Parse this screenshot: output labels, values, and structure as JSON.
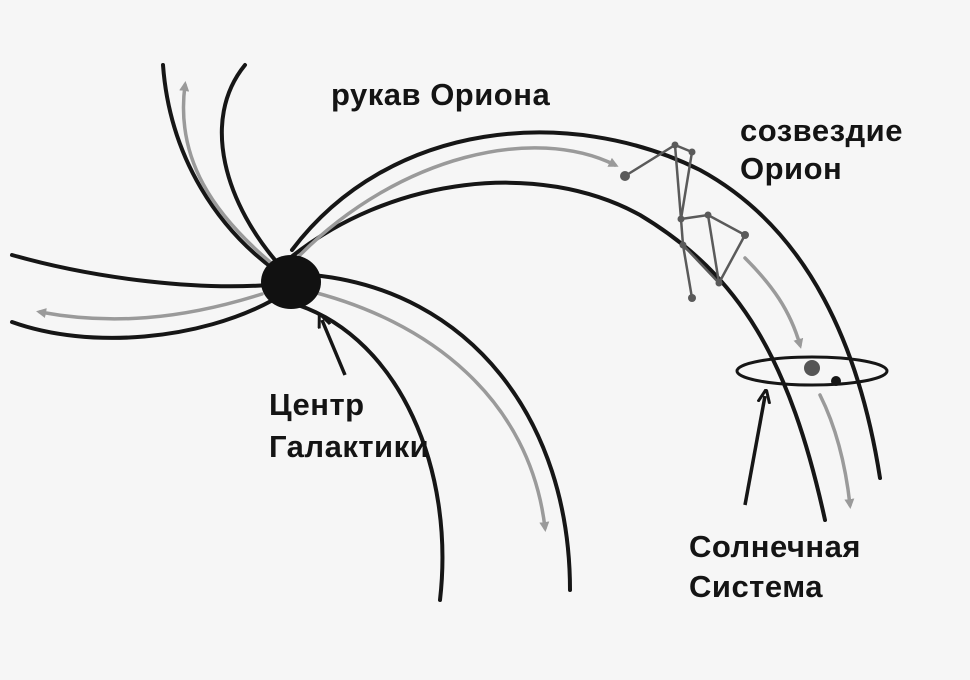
{
  "labels": {
    "orion_arm": "рукав Ориона",
    "orion_constellation": [
      "созвездие",
      "Орион"
    ],
    "galactic_center": [
      "Центр",
      "Галактики"
    ],
    "solar_system": [
      "Солнечная",
      "Система"
    ]
  },
  "colors": {
    "background": "#f6f6f6",
    "arm_line": "#161616",
    "flow_arrow": "#9a9a9a",
    "constellation": "#5a5a5a",
    "core": "#111111",
    "text": "#141414"
  },
  "icons": {
    "galactic_core": "black-disk",
    "solar_system_orbit": "ellipse-with-dots",
    "pointer": "arrow"
  }
}
